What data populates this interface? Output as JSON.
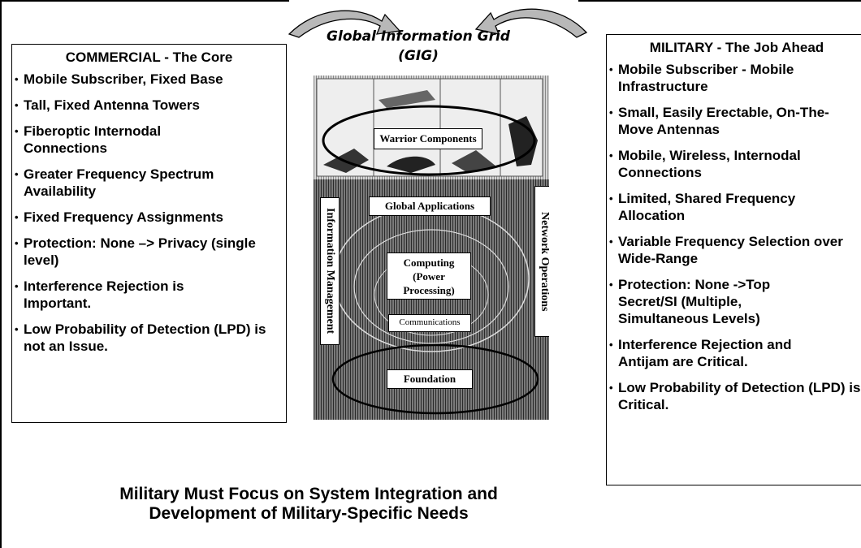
{
  "commercial": {
    "title": "COMMERCIAL - The Core",
    "items": [
      "Mobile Subscriber, Fixed Base",
      "Tall, Fixed Antenna Towers",
      "Fiberoptic Internodal Connections",
      "Greater Frequency Spectrum Availability",
      "Fixed Frequency Assignments",
      "Protection:  None –> Privacy (single level)",
      "Interference Rejection is Important.",
      "Low Probability of Detection (LPD) is not an Issue."
    ]
  },
  "gig": {
    "title": "Global Information Grid",
    "subtitle": "(GIG)",
    "warrior": "Warrior Components",
    "global_apps": "Global Applications",
    "computing": "Computing (Power Processing)",
    "communications": "Communications",
    "foundation": "Foundation",
    "info_mgmt": "Information Management",
    "net_ops": "Network Operations"
  },
  "military": {
    "title": "MILITARY - The Job Ahead",
    "items": [
      "Mobile Subscriber - Mobile Infrastructure",
      "Small, Easily Erectable, On-The-Move Antennas",
      "Mobile, Wireless, Internodal Connections",
      "Limited, Shared Frequency Allocation",
      "Variable Frequency Selection over Wide-Range",
      "Protection: None ->Top Secret/SI (Multiple, Simultaneous Levels)",
      "Interference Rejection and Antijam are Critical.",
      "Low Probability of Detection (LPD) is Critical."
    ]
  },
  "conclusion": {
    "line1": "Military Must Focus on System Integration and",
    "line2": "Development of Military-Specific Needs"
  },
  "colors": {
    "ink": "#000000",
    "paper": "#ffffff",
    "arrow_fill": "#b8b8b8",
    "hatch": "#5a5a5a"
  }
}
